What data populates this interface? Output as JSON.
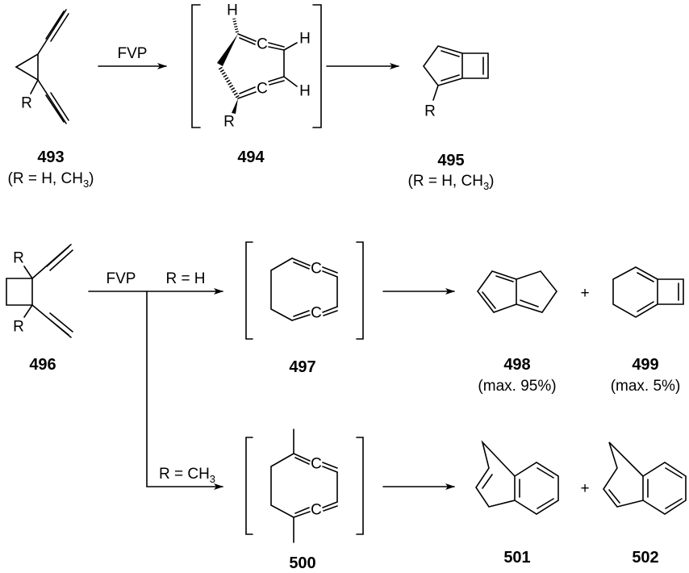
{
  "atoms": {
    "R": "R",
    "H": "H",
    "C": "C"
  },
  "reaction1": {
    "reagent": "FVP",
    "compounds": [
      {
        "id": "493",
        "note_prefix": "(R = H, CH",
        "note_sub": "3",
        "note_suffix": ")"
      },
      {
        "id": "494"
      },
      {
        "id": "495",
        "note_prefix": "(R = H, CH",
        "note_sub": "3",
        "note_suffix": ")"
      }
    ]
  },
  "reaction2": {
    "reagent": "FVP",
    "branch_h": "R = H",
    "branch_ch3_prefix": "R = CH",
    "branch_ch3_sub": "3",
    "plus": "+",
    "compounds": [
      {
        "id": "496"
      },
      {
        "id": "497"
      },
      {
        "id": "498",
        "yield": "(max. 95%)"
      },
      {
        "id": "499",
        "yield": "(max. 5%)"
      },
      {
        "id": "500"
      },
      {
        "id": "501"
      },
      {
        "id": "502"
      }
    ]
  }
}
